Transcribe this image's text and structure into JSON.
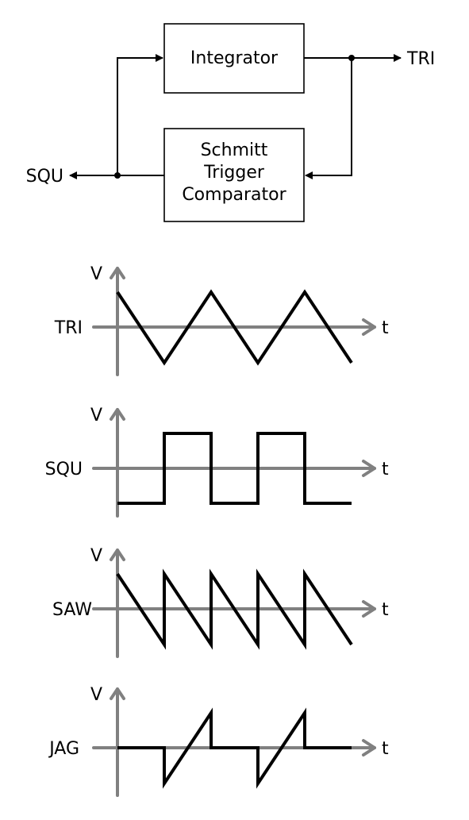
{
  "colors": {
    "axis": "#808080",
    "line": "#000000",
    "background": "#ffffff"
  },
  "block_diagram": {
    "integrator_label": "Integrator",
    "comparator_label_lines": [
      "Schmitt",
      "Trigger",
      "Comparator"
    ],
    "output_tri": "TRI",
    "output_squ": "SQU"
  },
  "plots": [
    {
      "signal": "TRI",
      "y_axis_label": "V",
      "x_axis_label": "t",
      "shape": "triangle"
    },
    {
      "signal": "SQU",
      "y_axis_label": "V",
      "x_axis_label": "t",
      "shape": "square"
    },
    {
      "signal": "SAW",
      "y_axis_label": "V",
      "x_axis_label": "t",
      "shape": "sawtooth"
    },
    {
      "signal": "JAG",
      "y_axis_label": "V",
      "x_axis_label": "t",
      "shape": "jagged"
    }
  ]
}
